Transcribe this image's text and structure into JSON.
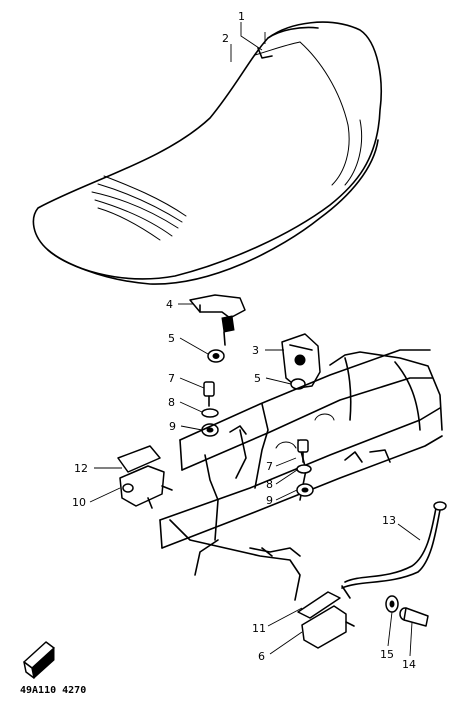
{
  "callouts": [
    {
      "id": "c1",
      "text": "1"
    },
    {
      "id": "c2",
      "text": "2"
    },
    {
      "id": "c3",
      "text": "3"
    },
    {
      "id": "c4",
      "text": "4"
    },
    {
      "id": "c5a",
      "text": "5"
    },
    {
      "id": "c5b",
      "text": "5"
    },
    {
      "id": "c6",
      "text": "6"
    },
    {
      "id": "c7a",
      "text": "7"
    },
    {
      "id": "c7b",
      "text": "7"
    },
    {
      "id": "c8a",
      "text": "8"
    },
    {
      "id": "c8b",
      "text": "8"
    },
    {
      "id": "c9a",
      "text": "9"
    },
    {
      "id": "c9b",
      "text": "9"
    },
    {
      "id": "c10",
      "text": "10"
    },
    {
      "id": "c11",
      "text": "11"
    },
    {
      "id": "c12",
      "text": "12"
    },
    {
      "id": "c13",
      "text": "13"
    },
    {
      "id": "c14",
      "text": "14"
    },
    {
      "id": "c15",
      "text": "15"
    }
  ],
  "diagram_code": "49A110 4270"
}
